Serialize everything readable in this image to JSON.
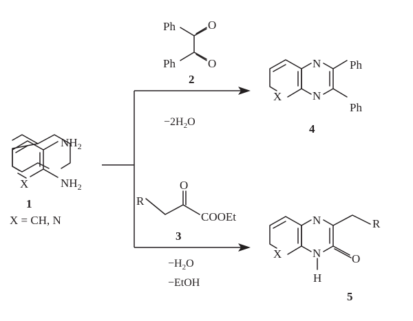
{
  "scheme": {
    "reactant_1": {
      "ring_atom": "X",
      "amine_top": "NH",
      "amine_bottom": "NH",
      "amine_subscript": "2",
      "number": "1",
      "condition": "X = CH, N"
    },
    "reagent_2": {
      "phenyl_top": "Ph",
      "phenyl_bottom": "Ph",
      "oxygen_top": "O",
      "oxygen_bottom": "O",
      "number": "2"
    },
    "reagent_3": {
      "r_group": "R",
      "oxygen": "O",
      "ester": "COOEt",
      "number": "3"
    },
    "upper_condition": {
      "prefix": "−2H",
      "subscript": "2",
      "suffix": "O"
    },
    "lower_conditions": {
      "line1_prefix": "−H",
      "line1_subscript": "2",
      "line1_suffix": "O",
      "line2": "−EtOH"
    },
    "product_4": {
      "n_top": "N",
      "n_bottom": "N",
      "ring_atom": "X",
      "phenyl_top": "Ph",
      "phenyl_bottom": "Ph",
      "number": "4"
    },
    "product_5": {
      "n_top": "N",
      "n_bottom": "N",
      "h": "H",
      "ring_atom": "X",
      "oxygen": "O",
      "r_group": "R",
      "number": "5"
    }
  }
}
